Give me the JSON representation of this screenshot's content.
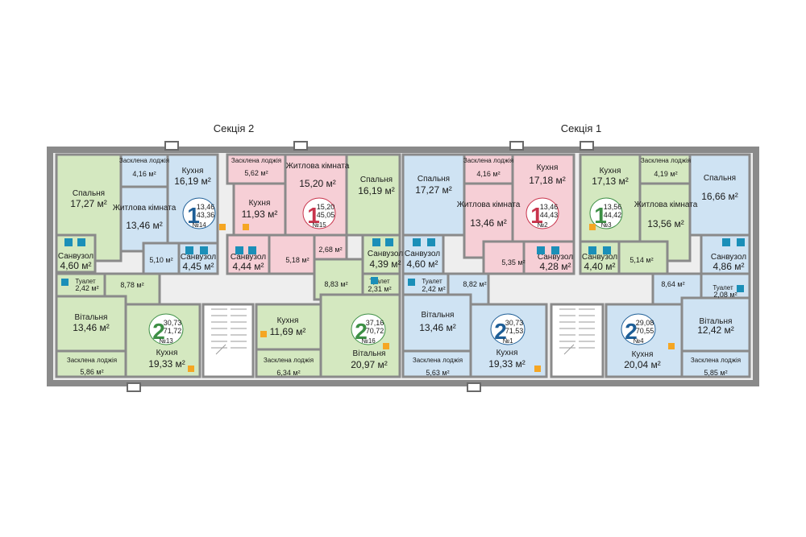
{
  "sections": {
    "left": "Секція 2",
    "right": "Секція 1"
  },
  "colors": {
    "green": "#d4e8c0",
    "blue": "#cfe3f3",
    "pink": "#f6cfd6",
    "corridor": "#eeeeee",
    "wall": "#8a8a8a",
    "circle_green": "#3d8f45",
    "circle_blue": "#1e5e96",
    "circle_pink": "#c8344c"
  },
  "rooms": [
    {
      "name": "Спальня",
      "area": "17,27 м²"
    },
    {
      "name": "Засклена лоджія",
      "area": "4,16 м²"
    },
    {
      "name": "Кухня",
      "area": "16,19 м²"
    },
    {
      "name": "Житлова кімната",
      "area": "13,46 м²"
    },
    {
      "name": "Санвузол",
      "area": "4,60 м²"
    },
    {
      "name": "",
      "area": "5,10 м²"
    },
    {
      "name": "Санвузол",
      "area": "4,45 м²"
    },
    {
      "name": "Туалет",
      "area": "2,42 м²"
    },
    {
      "name": "",
      "area": "8,78 м²"
    },
    {
      "name": "Вітальня",
      "area": "13,46 м²"
    },
    {
      "name": "Засклена лоджія",
      "area": "5,86 м²"
    },
    {
      "name": "Кухня",
      "area": "19,33 м²"
    },
    {
      "name": "Засклена лоджія",
      "area": "5,62 м²"
    },
    {
      "name": "Кухня",
      "area": "11,93 м²"
    },
    {
      "name": "Житлова кімната",
      "area": "15,20 м²"
    },
    {
      "name": "Санвузол",
      "area": "4,44 м²"
    },
    {
      "name": "",
      "area": "5,18 м²"
    },
    {
      "name": "",
      "area": "2,68 м²"
    },
    {
      "name": "Спальня",
      "area": "16,19 м²"
    },
    {
      "name": "Санвузол",
      "area": "4,39 м²"
    },
    {
      "name": "",
      "area": "8,83 м²"
    },
    {
      "name": "Туалет",
      "area": "2,31 м²"
    },
    {
      "name": "Кухня",
      "area": "11,69 м²"
    },
    {
      "name": "Засклена лоджія",
      "area": "6,34 м²"
    },
    {
      "name": "Вітальня",
      "area": "20,97 м²"
    },
    {
      "name": "Спальня",
      "area": "17,27 м²"
    },
    {
      "name": "Санвузол",
      "area": "4,60 м²"
    },
    {
      "name": "Туалет",
      "area": "2,42 м²"
    },
    {
      "name": "",
      "area": "8,82 м²"
    },
    {
      "name": "Вітальня",
      "area": "13,46 м²"
    },
    {
      "name": "Засклена лоджія",
      "area": "5,63 м²"
    },
    {
      "name": "Кухня",
      "area": "19,33 м²"
    },
    {
      "name": "Засклена лоджія",
      "area": "4,16 м²"
    },
    {
      "name": "Житлова кімната",
      "area": "13,46 м²"
    },
    {
      "name": "",
      "area": "5,35 м²"
    },
    {
      "name": "Кухня",
      "area": "17,18 м²"
    },
    {
      "name": "Санвузол",
      "area": "4,28 м²"
    },
    {
      "name": "Кухня",
      "area": "17,13 м²"
    },
    {
      "name": "Санвузол",
      "area": "4,40 м²"
    },
    {
      "name": "",
      "area": "5,14 м²"
    },
    {
      "name": "Засклена лоджія",
      "area": "4,19 м²"
    },
    {
      "name": "Житлова кімната",
      "area": "13,56 м²"
    },
    {
      "name": "Спальня",
      "area": "16,66 м²"
    },
    {
      "name": "Санвузол",
      "area": "4,86 м²"
    },
    {
      "name": "",
      "area": "8,64 м²"
    },
    {
      "name": "Туалет",
      "area": "2,08 м²"
    },
    {
      "name": "Вітальня",
      "area": "12,42 м²"
    },
    {
      "name": "Засклена лоджія",
      "area": "5,85 м²"
    },
    {
      "name": "Кухня",
      "area": "20,04 м²"
    }
  ],
  "units": [
    {
      "rooms": "1",
      "a1": "13,46",
      "a2": "43,36",
      "id": "№14"
    },
    {
      "rooms": "1",
      "a1": "15,20",
      "a2": "45,05",
      "id": "№15"
    },
    {
      "rooms": "1",
      "a1": "13,46",
      "a2": "44,43",
      "id": "№2"
    },
    {
      "rooms": "1",
      "a1": "13,56",
      "a2": "44,42",
      "id": "№3"
    },
    {
      "rooms": "2",
      "a1": "30,73",
      "a2": "71,72",
      "id": "№13"
    },
    {
      "rooms": "2",
      "a1": "37,16",
      "a2": "70,72",
      "id": "№16"
    },
    {
      "rooms": "2",
      "a1": "30,73",
      "a2": "71,53",
      "id": "№1"
    },
    {
      "rooms": "2",
      "a1": "29,08",
      "a2": "70,55",
      "id": "№4"
    }
  ]
}
